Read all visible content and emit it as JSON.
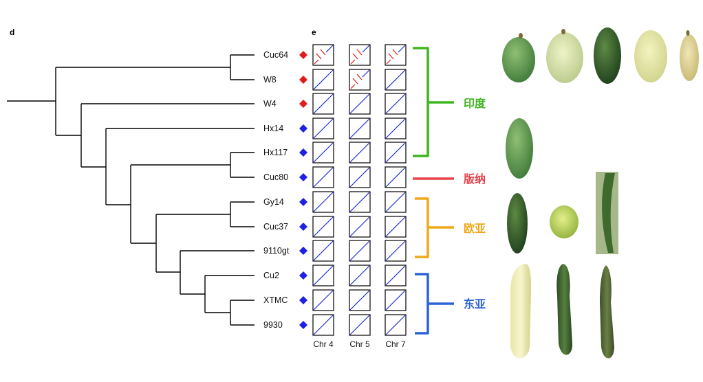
{
  "panels": {
    "d": "d",
    "e": "e"
  },
  "accessions": [
    "Cuc64",
    "W8",
    "W4",
    "Hx14",
    "Hx117",
    "Cuc80",
    "Gy14",
    "Cuc37",
    "9110gt",
    "Cu2",
    "XTMC",
    "9930"
  ],
  "markers": [
    "red",
    "red",
    "red",
    "blue",
    "blue",
    "blue",
    "blue",
    "blue",
    "blue",
    "blue",
    "blue",
    "blue"
  ],
  "marker_colors": {
    "red": "#e31a1c",
    "blue": "#1f1fe6"
  },
  "chromosomes": [
    "Chr 4",
    "Chr 5",
    "Chr 7"
  ],
  "dotplot_status": [
    [
      "inversion",
      "inversion",
      "inversion"
    ],
    [
      "collinear",
      "inversion",
      "collinear"
    ],
    [
      "collinear",
      "collinear",
      "collinear"
    ],
    [
      "collinear",
      "collinear",
      "collinear"
    ],
    [
      "collinear",
      "collinear",
      "collinear"
    ],
    [
      "collinear",
      "collinear",
      "collinear"
    ],
    [
      "collinear",
      "collinear",
      "collinear"
    ],
    [
      "collinear",
      "collinear",
      "collinear"
    ],
    [
      "collinear",
      "collinear",
      "collinear"
    ],
    [
      "collinear",
      "collinear",
      "collinear"
    ],
    [
      "collinear",
      "collinear",
      "collinear"
    ],
    [
      "collinear",
      "collinear",
      "collinear"
    ]
  ],
  "groups": [
    {
      "label": "印度",
      "color": "#3fb51f"
    },
    {
      "label": "版纳",
      "color": "#e8424a"
    },
    {
      "label": "欧亚",
      "color": "#f0a818"
    },
    {
      "label": "东亚",
      "color": "#2b63d6"
    }
  ]
}
